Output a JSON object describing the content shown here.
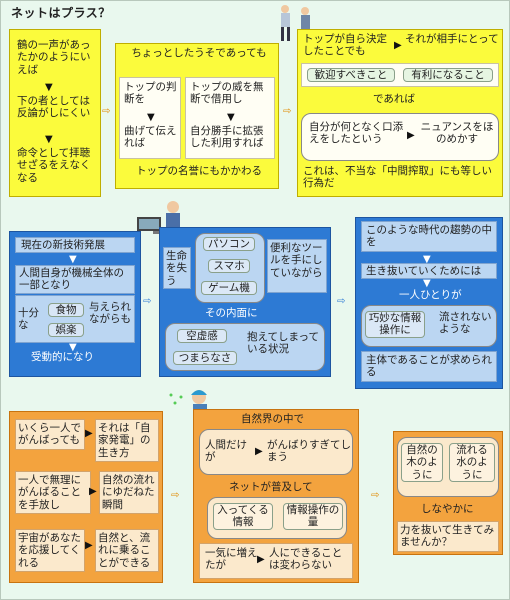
{
  "title": "ネットはプラス？",
  "colors": {
    "background": "#e9f8ee",
    "yellow": "#fbfb3c",
    "blue": "#2d7ad4",
    "orange": "#f3a33e"
  },
  "row1": {
    "col1": {
      "p1": "鶴の一声があったかのようにいえば",
      "p2": "下の者としては反論がしにくい",
      "p3": "命令として拝聴せざるをえなくなる"
    },
    "col2": {
      "heading": "ちょっとしたうそであっても",
      "left_top": "トップの判断を",
      "left_bottom": "曲げて伝えれば",
      "right_top": "トップの威を無断で借用し",
      "right_bottom": "自分勝手に拡張した利用すれば",
      "footer": "トップの名誉にもかかわる"
    },
    "col3": {
      "top_left": "トップが自ら決定したことでも",
      "top_right": "それが相手にとって",
      "tag1": "歓迎すべきこと",
      "tag2": "有利になること",
      "conj": "であれば",
      "mid_left": "自分が何となく口添えをしたという",
      "mid_right": "ニュアンスをほのめかす",
      "conclusion": "これは、不当な「中間搾取」にも等しい行為だ"
    }
  },
  "row2": {
    "col1": {
      "heading": "現在の新技術発展",
      "p1": "人間自身が機械全体の一部となり",
      "left_word": "十分な",
      "food": "食物",
      "fun": "娯楽",
      "given": "与えられながらも",
      "footer": "受動的になり"
    },
    "col2": {
      "life_loss": "生命を失う",
      "pc": "パソコン",
      "phone": "スマホ",
      "game": "ゲーム機",
      "tools": "便利なツールを手にしていながら",
      "inside": "その内面に",
      "void": "空虚感",
      "bored": "つまらなさ",
      "holding": "抱えてしまっている状況"
    },
    "col3": {
      "heading": "このような時代の趨勢の中を",
      "survive": "生き抜いていくためには",
      "each": "一人ひとりが",
      "skill": "巧妙な情報操作に",
      "not_swept": "流されないような",
      "subject": "主体であることが求められる"
    }
  },
  "row3": {
    "col1": {
      "a1": "いくら一人でがんばっても",
      "a2": "それは「自家発電」の生き方",
      "b1": "一人で無理にがんばることを手放し",
      "b2": "自然の流れにゆだねた瞬間",
      "c1": "宇宙があなたを応援してくれる",
      "c2": "自然と、流れに乗ることができる"
    },
    "col2": {
      "heading": "自然界の中で",
      "only_human": "人間だけが",
      "trying_hard": "がんばりすぎてしまう",
      "net_spread": "ネットが普及して",
      "incoming": "入ってくる情報",
      "manip": "情報操作の量",
      "surge": "一気に増えたが",
      "human_can": "人にできることは変わらない"
    },
    "col3": {
      "tree": "自然の木のように",
      "water": "流れる水のように",
      "supple": "しなやかに",
      "relax": "力を抜いて生きてみませんか？"
    }
  }
}
